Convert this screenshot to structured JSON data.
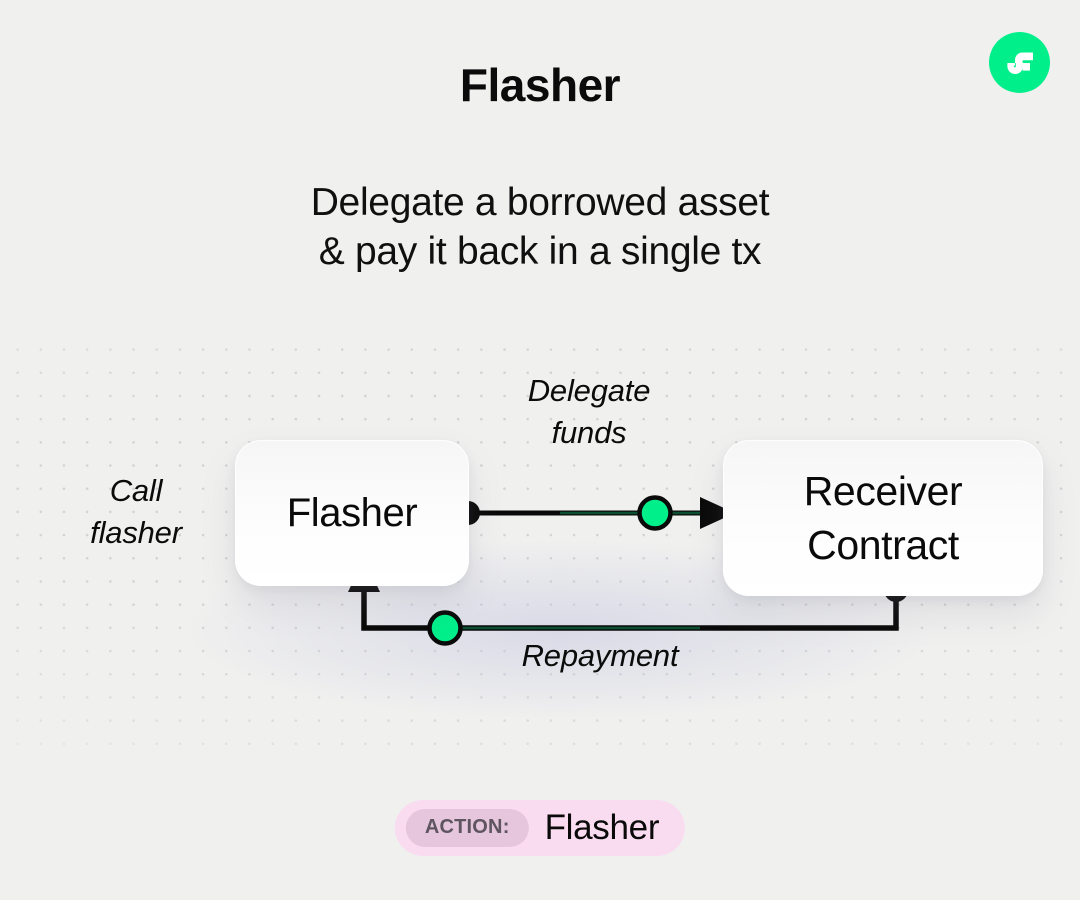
{
  "brand": {
    "logo_icon": "flow-logo-icon",
    "logo_color": "#00ef8b"
  },
  "header": {
    "title": "Flasher",
    "subtitle": "Delegate a borrowed asset\n& pay it back in a single tx"
  },
  "diagram": {
    "type": "flow-diagram",
    "background": "#f0f0ef",
    "dot_grid_color": "#d2d2d4",
    "accent_color": "#00ef8b",
    "line_color": "#0a0a0a",
    "nodes": [
      {
        "id": "flasher",
        "label": "Flasher"
      },
      {
        "id": "receiver",
        "label": "Receiver\nContract"
      }
    ],
    "labels": {
      "call_flasher": "Call\nflasher",
      "delegate_funds": "Delegate\nfunds",
      "repayment": "Repayment"
    }
  },
  "action_badge": {
    "tag": "ACTION:",
    "value": "Flasher",
    "background": "#f9dcf0",
    "chip_background": "#e6c6dd"
  }
}
